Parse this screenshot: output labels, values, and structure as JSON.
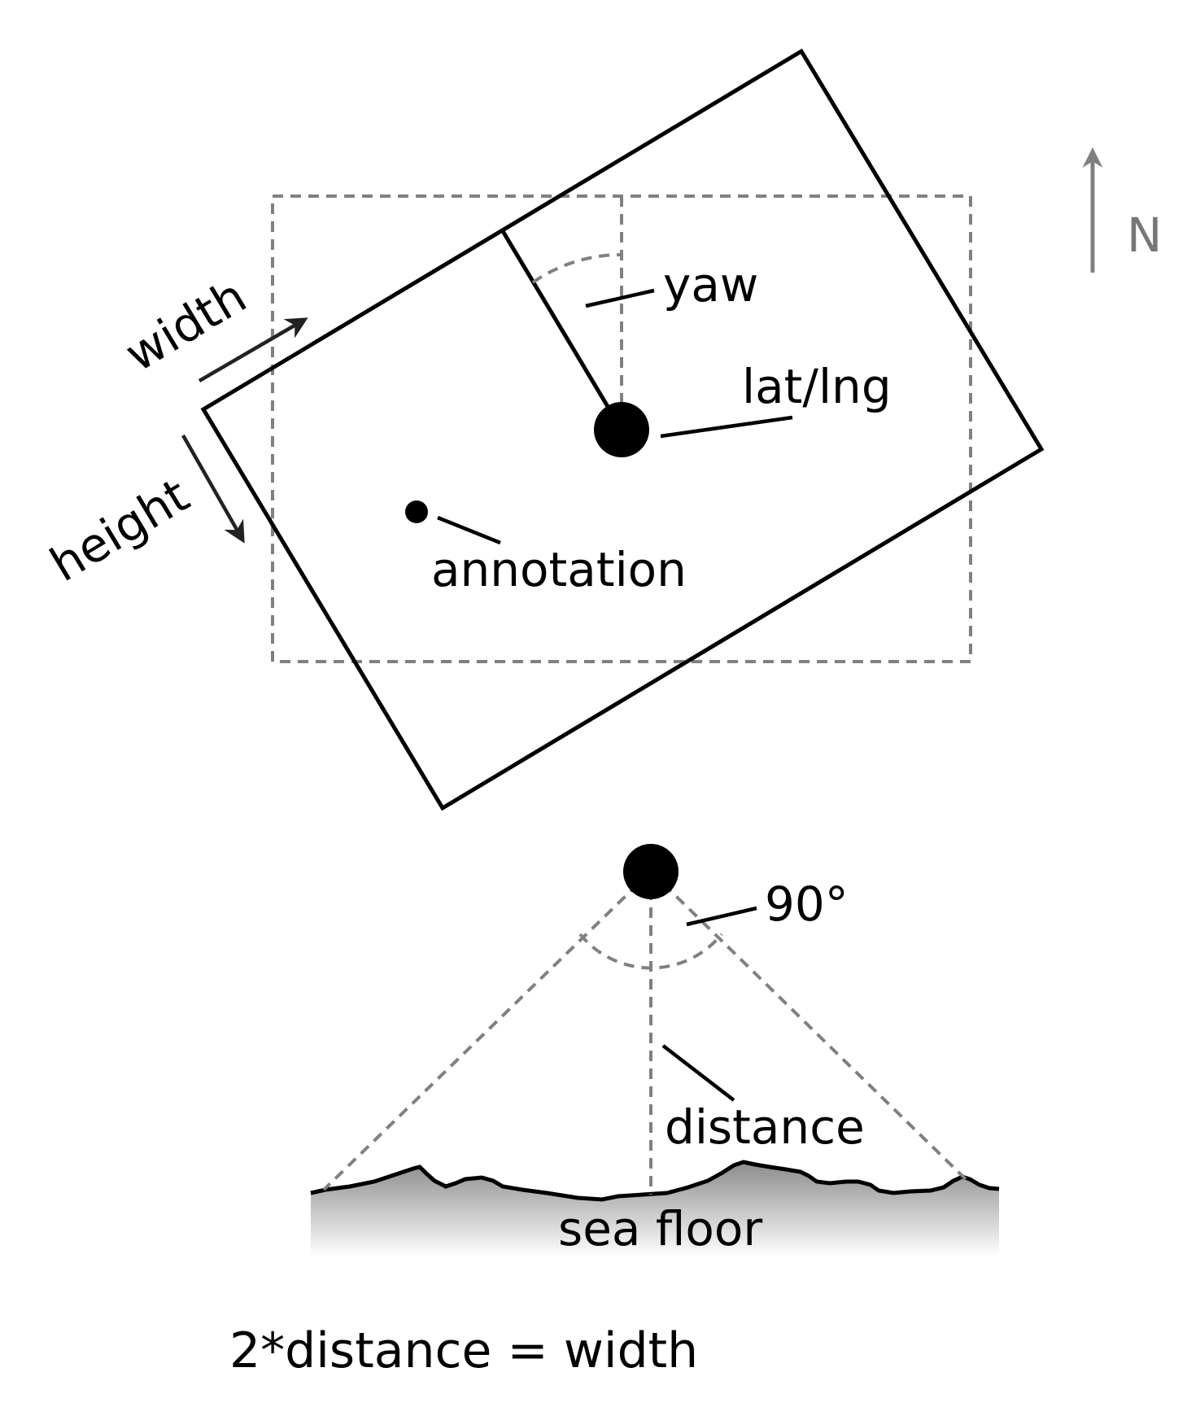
{
  "labels": {
    "width": "width",
    "height": "height",
    "yaw": "yaw",
    "lat_lng": "lat/lng",
    "annotation": "annotation",
    "north": "N",
    "angle": "90°",
    "distance": "distance",
    "sea_floor": "sea floor",
    "formula": "2*distance = width"
  },
  "colors": {
    "line": "#000000",
    "guide": "#808080",
    "north_arrow": "#808080",
    "sea_floor_top": "#8c8c8c",
    "sea_floor_bottom": "#ffffff"
  },
  "icons": {
    "north": "north-arrow-icon",
    "camera": "camera-point-icon",
    "annotation": "annotation-point-icon"
  }
}
